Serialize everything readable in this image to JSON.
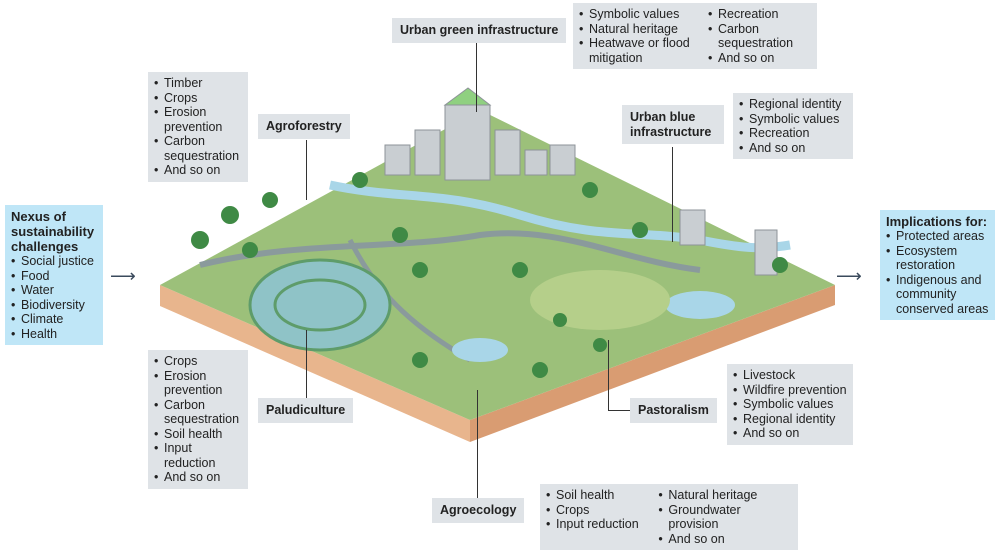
{
  "nexus": {
    "title": "Nexus of sustainability challenges",
    "items": [
      "Social justice",
      "Food",
      "Water",
      "Biodiversity",
      "Climate",
      "Health"
    ]
  },
  "implications": {
    "title": "Implications for:",
    "items": [
      "Protected areas",
      "Ecosystem restoration",
      "Indigenous and community conserved areas"
    ]
  },
  "urban_green": {
    "label": "Urban green infrastructure",
    "col1": [
      "Symbolic values",
      "Natural heritage",
      "Heatwave or flood mitigation"
    ],
    "col2": [
      "Recreation",
      "Carbon sequestration",
      "And so on"
    ]
  },
  "agroforestry": {
    "label": "Agroforestry",
    "items": [
      "Timber",
      "Crops",
      "Erosion prevention",
      "Carbon sequestration",
      "And so on"
    ]
  },
  "urban_blue": {
    "label": "Urban blue infrastructure",
    "items": [
      "Regional identity",
      "Symbolic values",
      "Recreation",
      "And so on"
    ]
  },
  "paludiculture": {
    "label": "Paludiculture",
    "items": [
      "Crops",
      "Erosion prevention",
      "Carbon sequestration",
      "Soil health",
      "Input reduction",
      "And so on"
    ]
  },
  "pastoralism": {
    "label": "Pastoralism",
    "items": [
      "Livestock",
      "Wildfire prevention",
      "Symbolic values",
      "Regional identity",
      "And so on"
    ]
  },
  "agroecology": {
    "label": "Agroecology",
    "col1": [
      "Soil health",
      "Crops",
      "Input reduction"
    ],
    "col2": [
      "Natural heritage",
      "Groundwater provision",
      "And so on"
    ]
  },
  "colors": {
    "grass": "#9cc07a",
    "soil": "#e3b48e",
    "water": "#a9d6e8",
    "box": "#dfe3e7",
    "blue_box": "#bfe6f7"
  }
}
